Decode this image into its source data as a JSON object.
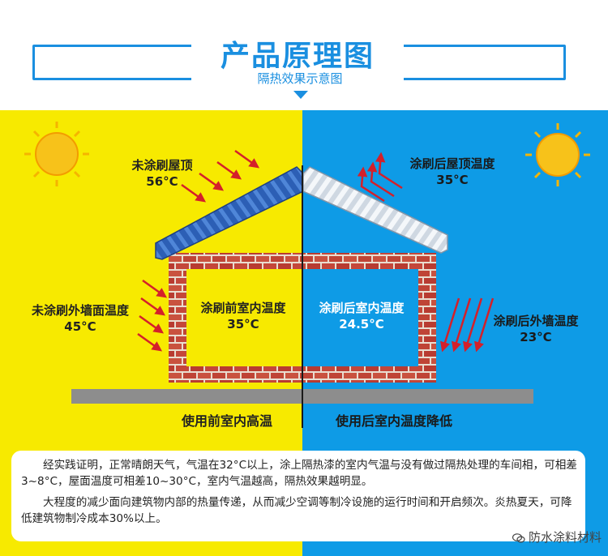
{
  "header": {
    "title": "产品原理图",
    "subtitle": "隔热效果示意图"
  },
  "labels": {
    "left_roof": "未涂刷屋顶",
    "left_roof_temp": "56°C",
    "right_roof": "涂刷后屋顶温度",
    "right_roof_temp": "35°C",
    "left_wall": "未涂刷外墙面温度",
    "left_wall_temp": "45°C",
    "right_wall": "涂刷后外墙温度",
    "right_wall_temp": "23°C",
    "left_indoor": "涂刷前室内温度",
    "left_indoor_temp": "35°C",
    "right_indoor": "涂刷后室内温度",
    "right_indoor_temp": "24.5°C",
    "left_caption": "使用前室内高温",
    "right_caption": "使用后室内温度降低"
  },
  "note": {
    "paragraph1": "经实践证明，正常晴朗天气，气温在32°C以上，涂上隔热漆的室内气温与没有做过隔热处理的车间相，可相差3~8°C，屋面温度可相差10~30°C，室内气温越高，隔热效果越明显。",
    "paragraph2": "大程度的减少面向建筑物内部的热量传递，从而减少空调等制冷设施的运行时间和开启频次。炎热夏天，可降低建筑物制冷成本30%以上。"
  },
  "watermark": "防水涂料材料",
  "colors": {
    "brand_blue": "#1a8fe0",
    "left_bg": "#f7ea00",
    "right_bg": "#0e9be6",
    "brick": "#c4473a",
    "arrow": "#d4202a",
    "sun": "#f7c21a"
  }
}
